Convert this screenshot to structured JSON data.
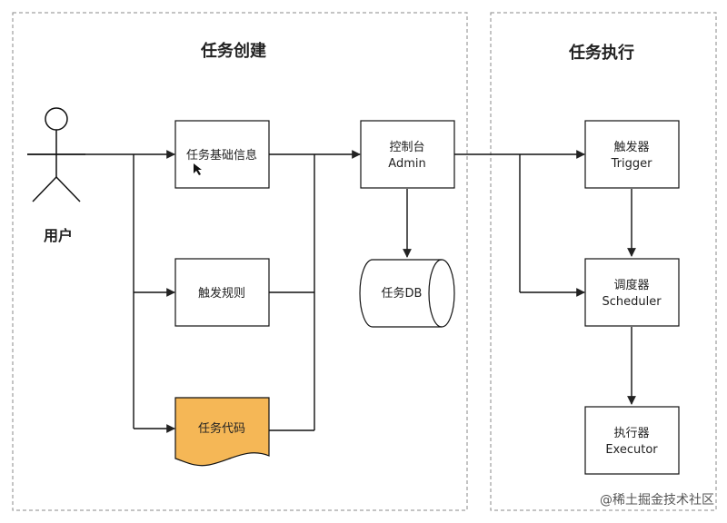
{
  "groups": {
    "creation": {
      "title": "任务创建"
    },
    "execution": {
      "title": "任务执行"
    }
  },
  "actor": {
    "label": "用户"
  },
  "nodes": {
    "task_info": {
      "label": "任务基础信息"
    },
    "trigger_rule": {
      "label": "触发规则"
    },
    "task_code": {
      "label": "任务代码",
      "fill": "#f5b756"
    },
    "admin": {
      "line1": "控制台",
      "line2": "Admin"
    },
    "task_db": {
      "label": "任务DB"
    },
    "trigger": {
      "line1": "触发器",
      "line2": "Trigger"
    },
    "scheduler": {
      "line1": "调度器",
      "line2": "Scheduler"
    },
    "executor": {
      "line1": "执行器",
      "line2": "Executor"
    }
  },
  "watermark": {
    "text": "@稀土掘金技术社区"
  },
  "colors": {
    "stroke": "#111111",
    "frame": "#888888",
    "code_fill": "#f5b756"
  }
}
